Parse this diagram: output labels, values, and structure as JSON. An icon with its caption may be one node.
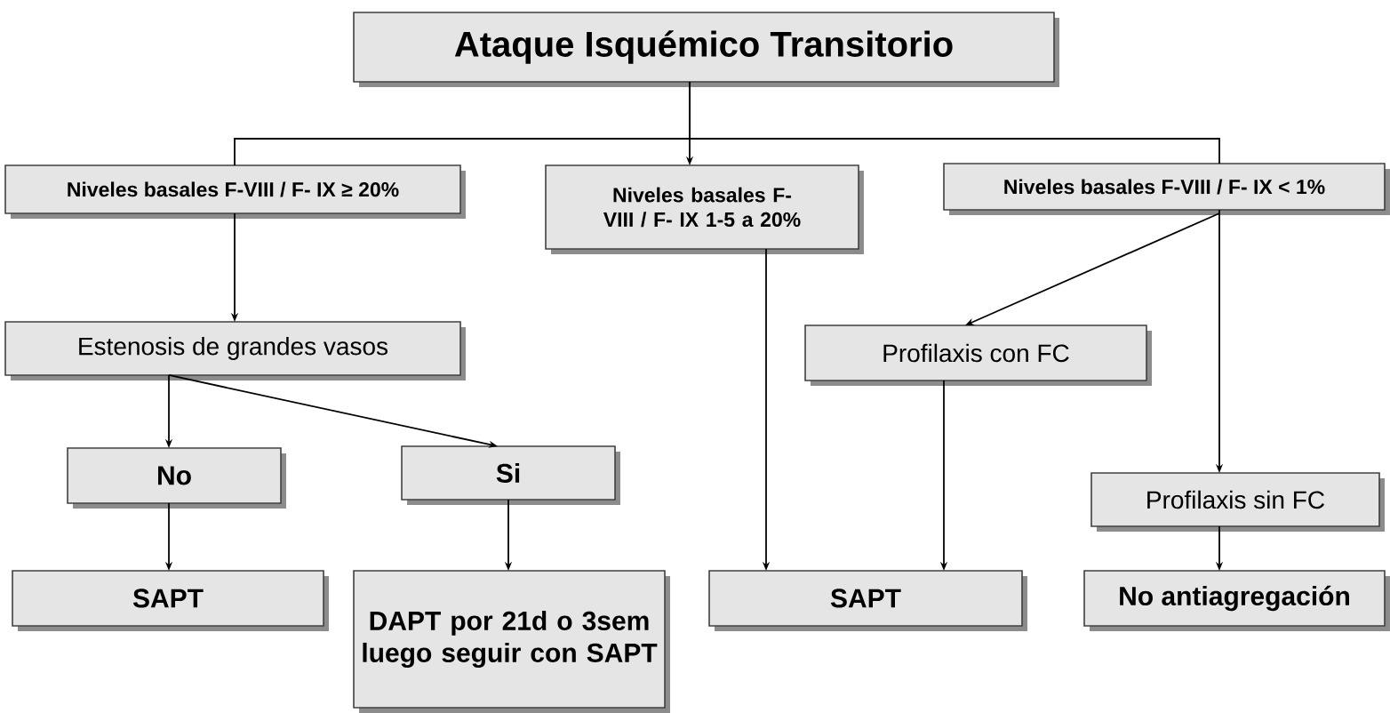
{
  "diagram": {
    "nodes": [
      {
        "text": [
          "Ataque Isquémico Transitorio"
        ]
      },
      {
        "text": [
          "Niveles basales F-VIII / F- IX ≥ 20%"
        ]
      },
      {
        "text": [
          "Niveles basales F-VIII / F- IX 1-5 a 20%"
        ]
      },
      {
        "text": [
          "Niveles basales F-VIII / F- IX < 1%"
        ]
      },
      {
        "text": [
          "Estenosis de grandes vasos"
        ]
      },
      {
        "text": [
          "Profilaxis con FC"
        ]
      },
      {
        "text": [
          "No"
        ]
      },
      {
        "text": [
          "Si"
        ]
      },
      {
        "text": [
          "Profilaxis sin FC"
        ]
      },
      {
        "text": [
          "SAPT"
        ]
      },
      {
        "text": [
          "DAPT por 21d o 3sem luego seguir con SAPT"
        ]
      },
      {
        "text": [
          "SAPT"
        ]
      },
      {
        "text": [
          "No antiagregación"
        ]
      }
    ],
    "edges": [
      {
        "from": 0,
        "to": 1,
        "arrow": "none"
      },
      {
        "from": 0,
        "to": 2,
        "arrow": "to"
      },
      {
        "from": 0,
        "to": 3,
        "arrow": "none"
      },
      {
        "from": 1,
        "to": 4,
        "arrow": "to"
      },
      {
        "from": 4,
        "to": 6,
        "arrow": "to"
      },
      {
        "from": 4,
        "to": 7,
        "arrow": "to"
      },
      {
        "from": 6,
        "to": 9,
        "arrow": "to"
      },
      {
        "from": 7,
        "to": 10,
        "arrow": "to"
      },
      {
        "from": 2,
        "to": 11,
        "arrow": "to"
      },
      {
        "from": 3,
        "to": 5,
        "arrow": "to"
      },
      {
        "from": 3,
        "to": 8,
        "arrow": "to"
      },
      {
        "from": 5,
        "to": 11,
        "arrow": "to"
      },
      {
        "from": 8,
        "to": 12,
        "arrow": "to"
      }
    ]
  }
}
